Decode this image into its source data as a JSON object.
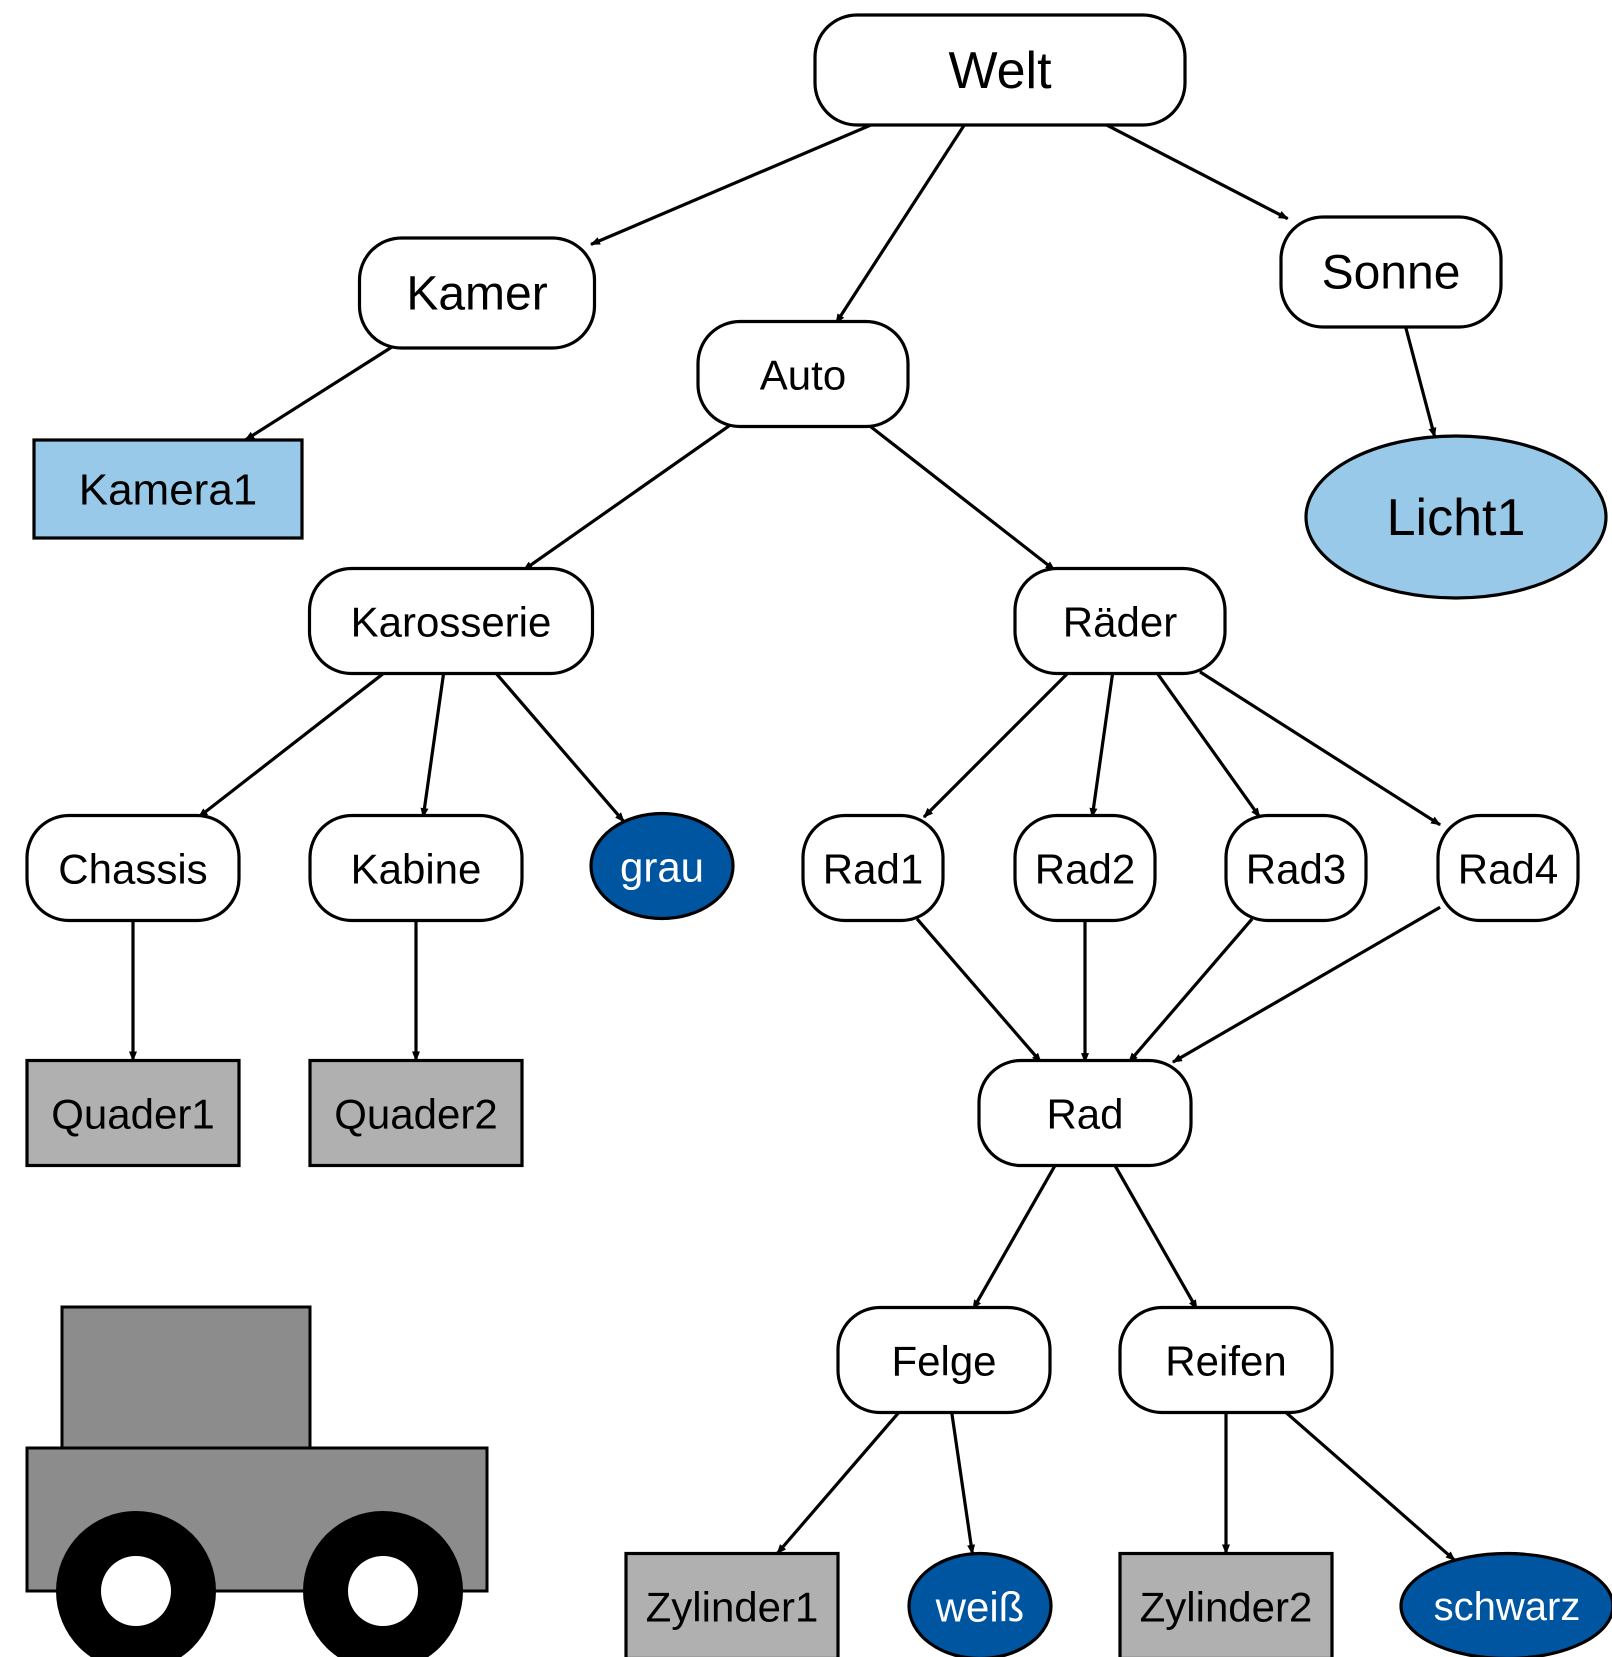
{
  "nodes": {
    "welt": {
      "label": "Welt",
      "shape": "rounded",
      "fill": "#ffffff"
    },
    "kamer": {
      "label": "Kamer",
      "shape": "rounded",
      "fill": "#ffffff"
    },
    "sonne": {
      "label": "Sonne",
      "shape": "rounded",
      "fill": "#ffffff"
    },
    "auto": {
      "label": "Auto",
      "shape": "rounded",
      "fill": "#ffffff"
    },
    "kamera1": {
      "label": "Kamera1",
      "shape": "rectangle",
      "fill": "#98c9e8"
    },
    "licht1": {
      "label": "Licht1",
      "shape": "ellipse",
      "fill": "#98c9e8"
    },
    "karosserie": {
      "label": "Karosserie",
      "shape": "rounded",
      "fill": "#ffffff"
    },
    "raeder": {
      "label": "Räder",
      "shape": "rounded",
      "fill": "#ffffff"
    },
    "chassis": {
      "label": "Chassis",
      "shape": "rounded",
      "fill": "#ffffff"
    },
    "kabine": {
      "label": "Kabine",
      "shape": "rounded",
      "fill": "#ffffff"
    },
    "grau": {
      "label": "grau",
      "shape": "ellipse",
      "fill": "#0055a0"
    },
    "rad1": {
      "label": "Rad1",
      "shape": "rounded",
      "fill": "#ffffff"
    },
    "rad2": {
      "label": "Rad2",
      "shape": "rounded",
      "fill": "#ffffff"
    },
    "rad3": {
      "label": "Rad3",
      "shape": "rounded",
      "fill": "#ffffff"
    },
    "rad4": {
      "label": "Rad4",
      "shape": "rounded",
      "fill": "#ffffff"
    },
    "quader1": {
      "label": "Quader1",
      "shape": "rectangle",
      "fill": "#b0b0b0"
    },
    "quader2": {
      "label": "Quader2",
      "shape": "rectangle",
      "fill": "#b0b0b0"
    },
    "rad": {
      "label": "Rad",
      "shape": "rounded",
      "fill": "#ffffff"
    },
    "felge": {
      "label": "Felge",
      "shape": "rounded",
      "fill": "#ffffff"
    },
    "reifen": {
      "label": "Reifen",
      "shape": "rounded",
      "fill": "#ffffff"
    },
    "zylinder1": {
      "label": "Zylinder1",
      "shape": "rectangle",
      "fill": "#b0b0b0"
    },
    "weiss": {
      "label": "weiß",
      "shape": "ellipse",
      "fill": "#0055a0"
    },
    "zylinder2": {
      "label": "Zylinder2",
      "shape": "rectangle",
      "fill": "#b0b0b0"
    },
    "schwarz": {
      "label": "schwarz",
      "shape": "ellipse",
      "fill": "#0055a0"
    }
  },
  "edges": [
    [
      "welt",
      "kamer"
    ],
    [
      "welt",
      "auto"
    ],
    [
      "welt",
      "sonne"
    ],
    [
      "kamer",
      "kamera1"
    ],
    [
      "sonne",
      "licht1"
    ],
    [
      "auto",
      "karosserie"
    ],
    [
      "auto",
      "raeder"
    ],
    [
      "karosserie",
      "chassis"
    ],
    [
      "karosserie",
      "kabine"
    ],
    [
      "karosserie",
      "grau"
    ],
    [
      "raeder",
      "rad1"
    ],
    [
      "raeder",
      "rad2"
    ],
    [
      "raeder",
      "rad3"
    ],
    [
      "raeder",
      "rad4"
    ],
    [
      "chassis",
      "quader1"
    ],
    [
      "kabine",
      "quader2"
    ],
    [
      "rad1",
      "rad"
    ],
    [
      "rad2",
      "rad"
    ],
    [
      "rad3",
      "rad"
    ],
    [
      "rad4",
      "rad"
    ],
    [
      "rad",
      "felge"
    ],
    [
      "rad",
      "reifen"
    ],
    [
      "felge",
      "zylinder1"
    ],
    [
      "felge",
      "weiss"
    ],
    [
      "reifen",
      "zylinder2"
    ],
    [
      "reifen",
      "schwarz"
    ]
  ],
  "colors": {
    "edge": "#000000",
    "text_light": "#ffffff",
    "text_dark": "#000000",
    "car_body": "#8c8c8c",
    "wheel": "#000000",
    "hub": "#ffffff"
  },
  "illustration": {
    "subject": "car",
    "parts": [
      "car-cabin",
      "car-body",
      "front-wheel",
      "rear-wheel"
    ]
  }
}
